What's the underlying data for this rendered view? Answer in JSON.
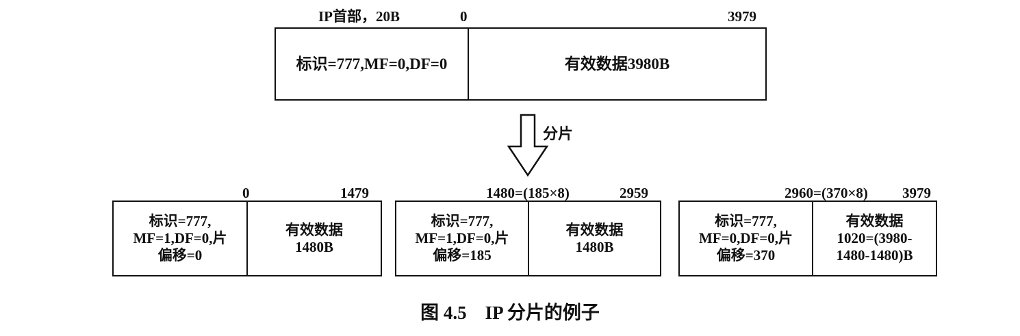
{
  "original": {
    "header_label": "IP首部，20B",
    "start_offset": "0",
    "end_offset": "3979",
    "header_text": "标识=777,MF=0,DF=0",
    "payload_text": "有效数据3980B"
  },
  "arrow_label": "分片",
  "fragments": [
    {
      "start_offset": "0",
      "end_offset": "1479",
      "header_lines": [
        "标识=777,",
        "MF=1,DF=0,片",
        "偏移=0"
      ],
      "payload_lines": [
        "有效数据",
        "1480B"
      ]
    },
    {
      "start_offset": "1480=(185×8)",
      "end_offset": "2959",
      "header_lines": [
        "标识=777,",
        "MF=1,DF=0,片",
        "偏移=185"
      ],
      "payload_lines": [
        "有效数据",
        "1480B"
      ]
    },
    {
      "start_offset": "2960=(370×8)",
      "end_offset": "3979",
      "header_lines": [
        "标识=777,",
        "MF=0,DF=0,片",
        "偏移=370"
      ],
      "payload_lines": [
        "有效数据",
        "1020=(3980-",
        "1480-1480)B"
      ]
    }
  ],
  "caption": "图 4.5　IP 分片的例子"
}
